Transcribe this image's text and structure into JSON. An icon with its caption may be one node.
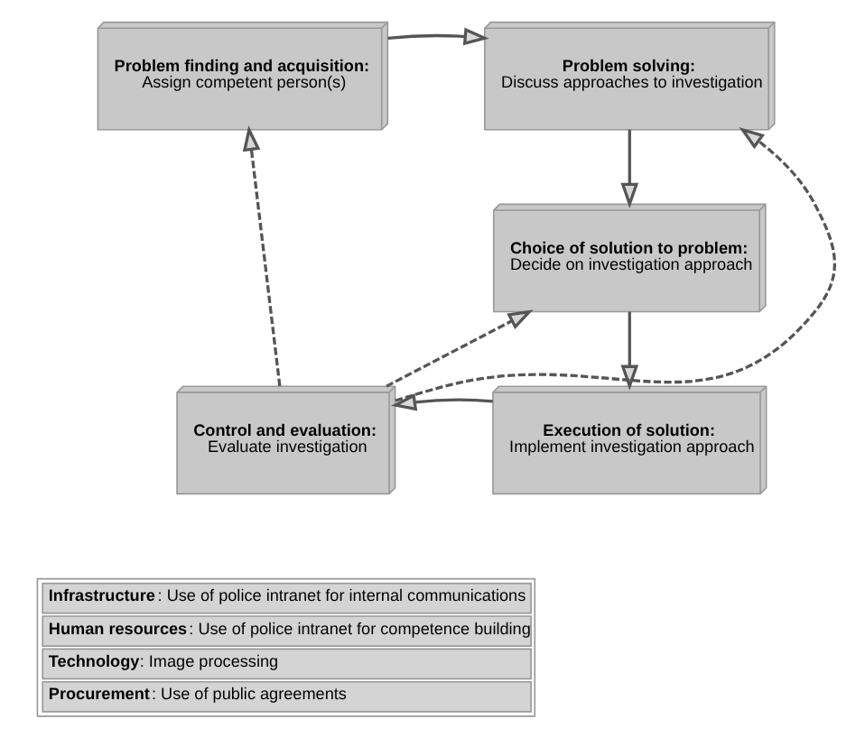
{
  "diagram": {
    "nodes": [
      {
        "text": [
          "Problem finding and acquisition:",
          "Assign competent person(s)"
        ]
      },
      {
        "text": [
          "Problem solving:",
          "Discuss approaches to investigation"
        ]
      },
      {
        "text": [
          "Choice of solution to problem:",
          "Decide on investigation approach"
        ]
      },
      {
        "text": [
          "Execution of solution:",
          "Implement investigation approach"
        ]
      },
      {
        "text": [
          "Control and evaluation:",
          "Evaluate investigation"
        ]
      }
    ],
    "edges": [
      {
        "from": 0,
        "to": 1,
        "arrow": "to"
      },
      {
        "from": 1,
        "to": 2,
        "arrow": "to"
      },
      {
        "from": 2,
        "to": 3,
        "arrow": "to"
      },
      {
        "from": 3,
        "to": 4,
        "arrow": "to"
      },
      {
        "from": 4,
        "to": 1,
        "arrow": "to",
        "style": "dashed"
      },
      {
        "from": 4,
        "to": 2,
        "arrow": "to",
        "style": "dashed"
      },
      {
        "from": 4,
        "to": 0,
        "arrow": "to",
        "style": "dashed"
      }
    ],
    "labels": [
      "**Infrastructure**: Use of police intranet for internal communications",
      "**Human resources**: Use of police intranet for competence building",
      "**Technology**: Image processing",
      "**Procurement**: Use of public agreements"
    ]
  }
}
